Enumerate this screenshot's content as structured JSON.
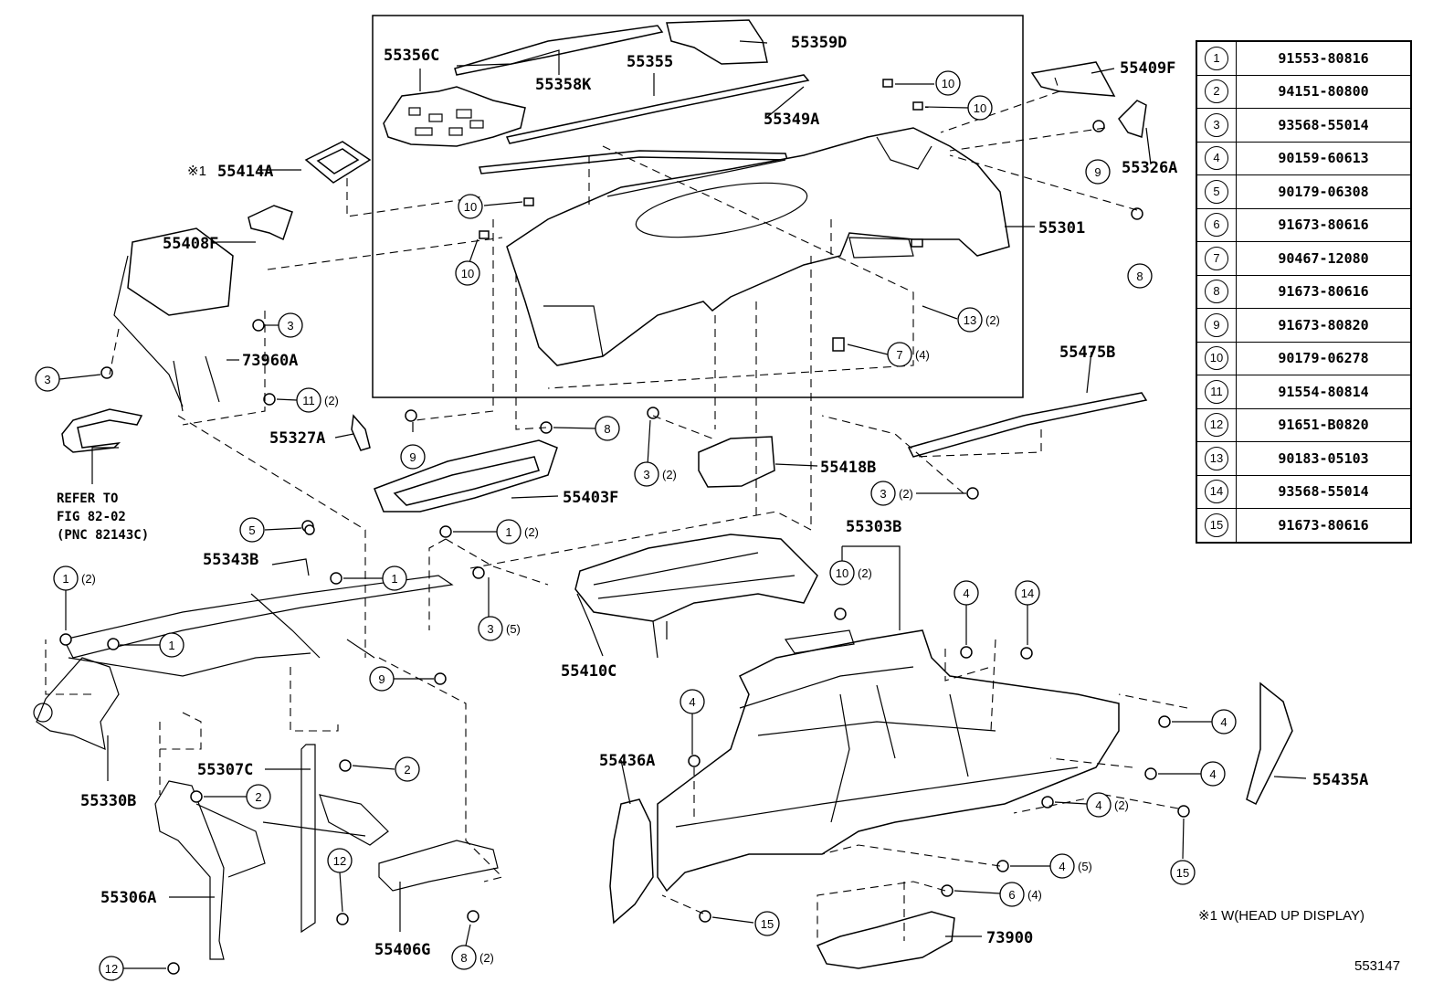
{
  "fastener_table": [
    {
      "index": "1",
      "part_no": "91553-80816"
    },
    {
      "index": "2",
      "part_no": "94151-80800"
    },
    {
      "index": "3",
      "part_no": "93568-55014"
    },
    {
      "index": "4",
      "part_no": "90159-60613"
    },
    {
      "index": "5",
      "part_no": "90179-06308"
    },
    {
      "index": "6",
      "part_no": "91673-80616"
    },
    {
      "index": "7",
      "part_no": "90467-12080"
    },
    {
      "index": "8",
      "part_no": "91673-80616"
    },
    {
      "index": "9",
      "part_no": "91673-80820"
    },
    {
      "index": "10",
      "part_no": "90179-06278"
    },
    {
      "index": "11",
      "part_no": "91554-80814"
    },
    {
      "index": "12",
      "part_no": "91651-B0820"
    },
    {
      "index": "13",
      "part_no": "90183-05103"
    },
    {
      "index": "14",
      "part_no": "93568-55014"
    },
    {
      "index": "15",
      "part_no": "91673-80616"
    }
  ],
  "part_labels": {
    "p55356C": "55356C",
    "p55359D": "55359D",
    "p55358K": "55358K",
    "p55355": "55355",
    "p55349A": "55349A",
    "p55409F": "55409F",
    "p55326A": "55326A",
    "p55414A": "55414A",
    "p55414A_mark": "※1",
    "p55408F": "55408F",
    "p55301": "55301",
    "p73960A": "73960A",
    "p55327A": "55327A",
    "p55475B": "55475B",
    "p55418B": "55418B",
    "p55403F": "55403F",
    "p55343B": "55343B",
    "p55303B": "55303B",
    "p55410C": "55410C",
    "p55330B": "55330B",
    "p55307C": "55307C",
    "p55436A": "55436A",
    "p55435A": "55435A",
    "p55306A": "55306A",
    "p55406G": "55406G",
    "p73900": "73900"
  },
  "refer_note": {
    "line1": "REFER TO",
    "line2": "FIG 82-02",
    "line3": "(PNC 82143C)"
  },
  "footnote": "※1 W(HEAD UP DISPLAY)",
  "figure_id": "553147",
  "callouts": {
    "c10a": "10",
    "c10b": "10",
    "c10c": "10",
    "c10d": "10",
    "c9a": "9",
    "c8a": "8",
    "c3a": "3",
    "c3b": "3",
    "c11a": "11",
    "c11a_q": "(2)",
    "c13a": "13",
    "c13a_q": "(2)",
    "c7a": "7",
    "c7a_q": "(4)",
    "c9b": "9",
    "c8b": "8",
    "c3c": "3",
    "c3c_q": "(2)",
    "c3d": "3",
    "c3d_q": "(2)",
    "c5a": "5",
    "c1a": "1",
    "c1a_q": "(2)",
    "c1b": "1",
    "c1c": "1",
    "c1c_q": "(2)",
    "c1d": "1",
    "c3e": "3",
    "c3e_q": "(5)",
    "c10e": "10",
    "c10e_q": "(2)",
    "c4a": "4",
    "c14a": "14",
    "c9c": "9",
    "c4b": "4",
    "c4c": "4",
    "c4d": "4",
    "c4e": "4",
    "c4e_q": "(2)",
    "c15a": "15",
    "c4f": "4",
    "c4f_q": "(5)",
    "c6a": "6",
    "c6a_q": "(4)",
    "c15b": "15",
    "c2a": "2",
    "c2b": "2",
    "c12a": "12",
    "c12b": "12",
    "c8c": "8",
    "c8c_q": "(2)"
  }
}
